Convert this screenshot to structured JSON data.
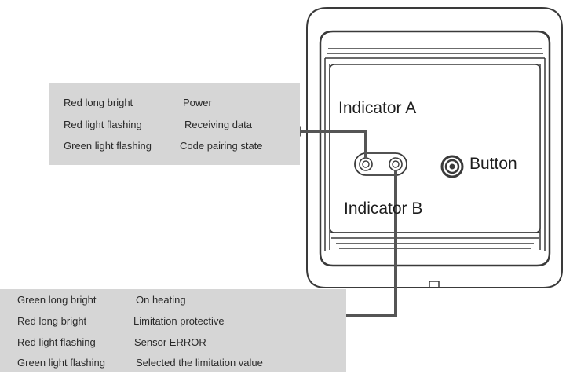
{
  "labels": {
    "indicator_a": "Indicator A",
    "indicator_b": "Indicator B",
    "button": "Button"
  },
  "legend_a": [
    {
      "state": "Red long bright",
      "meaning": "Power"
    },
    {
      "state": "Red light flashing",
      "meaning": "Receiving data"
    },
    {
      "state": "Green light flashing",
      "meaning": "Code pairing state"
    }
  ],
  "legend_b": [
    {
      "state": "Green long bright",
      "meaning": "On heating"
    },
    {
      "state": "Red long bright",
      "meaning": "Limitation protective"
    },
    {
      "state": "Red light flashing",
      "meaning": "Sensor ERROR"
    },
    {
      "state": "Green light flashing",
      "meaning": "Selected the limitation value"
    }
  ],
  "colors": {
    "legend_background": "#d6d6d6",
    "outline": "#3a3a3a",
    "connector": "#555555"
  }
}
